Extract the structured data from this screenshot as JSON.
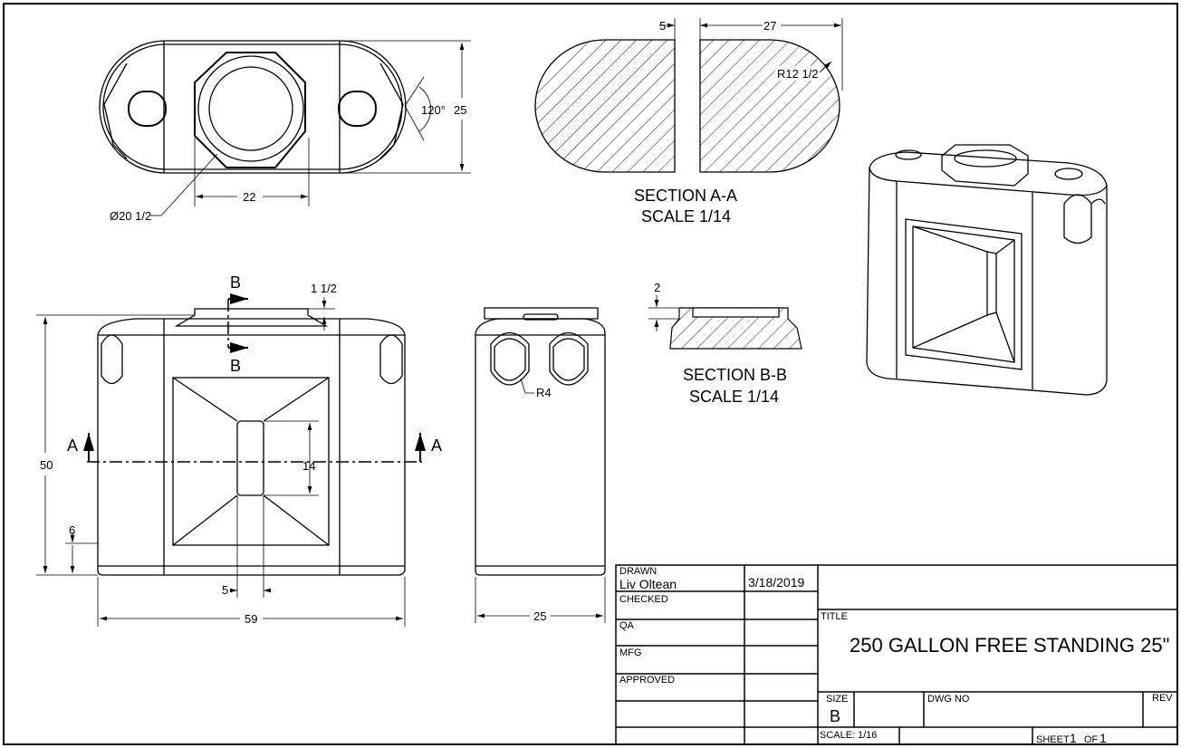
{
  "top_view": {
    "diameter": "Ø20 1/2",
    "width_dim": "22",
    "angle_dim": "120°",
    "height_dim": "25"
  },
  "section_aa": {
    "dim_left": "5",
    "dim_right": "27",
    "radius": "R12 1/2",
    "title": "SECTION A-A",
    "scale": "SCALE 1/14"
  },
  "front_view": {
    "section_b_top": "B",
    "section_b_bottom": "B",
    "section_a_left": "A",
    "section_a_right": "A",
    "lid_dim": "1 1/2",
    "height_dim": "50",
    "base_dim": "6",
    "panel_dim": "14",
    "slot_dim": "5",
    "width_dim": "59"
  },
  "side_view": {
    "radius": "R4",
    "width_dim": "25"
  },
  "section_bb": {
    "dim": "2",
    "title": "SECTION B-B",
    "scale": "SCALE 1/14"
  },
  "title_block": {
    "drawn_label": "DRAWN",
    "drawn_by": "Liv Oltean",
    "drawn_date": "3/18/2019",
    "checked_label": "CHECKED",
    "qa_label": "QA",
    "mfg_label": "MFG",
    "approved_label": "APPROVED",
    "title_label": "TITLE",
    "title": "250 GALLON FREE STANDING 25\"",
    "size_label": "SIZE",
    "size": "B",
    "dwg_no_label": "DWG NO",
    "rev_label": "REV",
    "scale_label": "SCALE:",
    "scale": "1/16",
    "sheet_label": "SHEET",
    "sheet": "1",
    "of_label": "OF",
    "sheet_total": "1"
  }
}
